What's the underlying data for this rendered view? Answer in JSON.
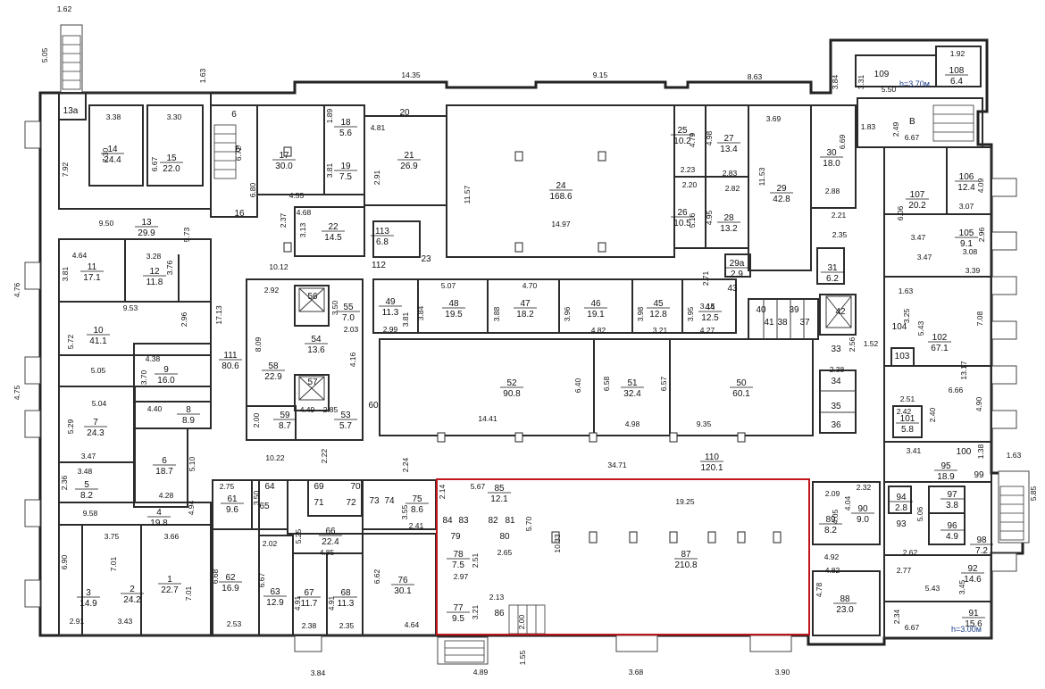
{
  "highlight_color": "#c0151a",
  "outer_dimensions": [
    "1.62",
    "5.05",
    "1.63",
    "14.35",
    "9.15",
    "8.63",
    "3.84",
    "4.76",
    "4.75",
    "3.84",
    "4.89",
    "1.55",
    "3.68",
    "3.90",
    "1.63",
    "5.85"
  ],
  "heights": [
    "h=3.70м",
    "h=3.00м"
  ],
  "stair_labels": [
    "Б",
    "В"
  ],
  "rooms": [
    {
      "id": "13а",
      "no": "13а",
      "area": ""
    },
    {
      "id": "14",
      "no": "14",
      "area": "24.4"
    },
    {
      "id": "15",
      "no": "15",
      "area": "22.0"
    },
    {
      "id": "6",
      "no": "6",
      "area": ""
    },
    {
      "id": "17",
      "no": "17",
      "area": "30.0"
    },
    {
      "id": "18",
      "no": "18",
      "area": "5.6"
    },
    {
      "id": "19",
      "no": "19",
      "area": "7.5"
    },
    {
      "id": "20",
      "no": "20",
      "area": ""
    },
    {
      "id": "21",
      "no": "21",
      "area": "26.9"
    },
    {
      "id": "24",
      "no": "24",
      "area": "168.6"
    },
    {
      "id": "25",
      "no": "25",
      "area": "10.2"
    },
    {
      "id": "27",
      "no": "27",
      "area": "13.4"
    },
    {
      "id": "29",
      "no": "29",
      "area": "42.8"
    },
    {
      "id": "30",
      "no": "30",
      "area": "18.0"
    },
    {
      "id": "26",
      "no": "26",
      "area": "10.5"
    },
    {
      "id": "28",
      "no": "28",
      "area": "13.2"
    },
    {
      "id": "109",
      "no": "109",
      "area": ""
    },
    {
      "id": "108",
      "no": "108",
      "area": "6.4"
    },
    {
      "id": "106",
      "no": "106",
      "area": "12.4"
    },
    {
      "id": "107",
      "no": "107",
      "area": "20.2"
    },
    {
      "id": "105",
      "no": "105",
      "area": "9.1"
    },
    {
      "id": "16",
      "no": "16",
      "area": ""
    },
    {
      "id": "13",
      "no": "13",
      "area": "29.9"
    },
    {
      "id": "22",
      "no": "22",
      "area": "14.5"
    },
    {
      "id": "113",
      "no": "113",
      "area": "6.8"
    },
    {
      "id": "112",
      "no": "112",
      "area": ""
    },
    {
      "id": "23",
      "no": "23",
      "area": ""
    },
    {
      "id": "29а",
      "no": "29а",
      "area": "2.9"
    },
    {
      "id": "31",
      "no": "31",
      "area": "6.2"
    },
    {
      "id": "11",
      "no": "11",
      "area": "17.1"
    },
    {
      "id": "12",
      "no": "12",
      "area": "11.8"
    },
    {
      "id": "56",
      "no": "56",
      "area": ""
    },
    {
      "id": "55",
      "no": "55",
      "area": "7.0"
    },
    {
      "id": "49",
      "no": "49",
      "area": "11.3"
    },
    {
      "id": "48",
      "no": "48",
      "area": "19.5"
    },
    {
      "id": "47",
      "no": "47",
      "area": "18.2"
    },
    {
      "id": "46",
      "no": "46",
      "area": "19.1"
    },
    {
      "id": "45",
      "no": "45",
      "area": "12.8"
    },
    {
      "id": "44",
      "no": "44",
      "area": "12.5"
    },
    {
      "id": "43",
      "no": "43",
      "area": ""
    },
    {
      "id": "40",
      "no": "40",
      "area": ""
    },
    {
      "id": "39",
      "no": "39",
      "area": ""
    },
    {
      "id": "42",
      "no": "42",
      "area": ""
    },
    {
      "id": "41",
      "no": "41",
      "area": ""
    },
    {
      "id": "38",
      "no": "38",
      "area": ""
    },
    {
      "id": "37",
      "no": "37",
      "area": ""
    },
    {
      "id": "33",
      "no": "33",
      "area": ""
    },
    {
      "id": "104",
      "no": "104",
      "area": ""
    },
    {
      "id": "102",
      "no": "102",
      "area": "67.1"
    },
    {
      "id": "103",
      "no": "103",
      "area": ""
    },
    {
      "id": "10",
      "no": "10",
      "area": "41.1"
    },
    {
      "id": "9",
      "no": "9",
      "area": "16.0"
    },
    {
      "id": "111",
      "no": "111",
      "area": "80.6"
    },
    {
      "id": "54",
      "no": "54",
      "area": "13.6"
    },
    {
      "id": "58",
      "no": "58",
      "area": "22.9"
    },
    {
      "id": "57",
      "no": "57",
      "area": ""
    },
    {
      "id": "52",
      "no": "52",
      "area": "90.8"
    },
    {
      "id": "51",
      "no": "51",
      "area": "32.4"
    },
    {
      "id": "50",
      "no": "50",
      "area": "60.1"
    },
    {
      "id": "34",
      "no": "34",
      "area": ""
    },
    {
      "id": "35",
      "no": "35",
      "area": ""
    },
    {
      "id": "36",
      "no": "36",
      "area": ""
    },
    {
      "id": "7",
      "no": "7",
      "area": "24.3"
    },
    {
      "id": "8",
      "no": "8",
      "area": "8.9"
    },
    {
      "id": "59",
      "no": "59",
      "area": "8.7"
    },
    {
      "id": "53",
      "no": "53",
      "area": "5.7"
    },
    {
      "id": "60",
      "no": "60",
      "area": ""
    },
    {
      "id": "101",
      "no": "101",
      "area": "5.8"
    },
    {
      "id": "6b",
      "no": "6",
      "area": "18.7"
    },
    {
      "id": "5",
      "no": "5",
      "area": "8.2"
    },
    {
      "id": "110",
      "no": "110",
      "area": "120.1"
    },
    {
      "id": "100",
      "no": "100",
      "area": ""
    },
    {
      "id": "95",
      "no": "95",
      "area": "18.9"
    },
    {
      "id": "99",
      "no": "99",
      "area": ""
    },
    {
      "id": "64",
      "no": "64",
      "area": ""
    },
    {
      "id": "69",
      "no": "69",
      "area": ""
    },
    {
      "id": "70",
      "no": "70",
      "area": ""
    },
    {
      "id": "61",
      "no": "61",
      "area": "9.6"
    },
    {
      "id": "65",
      "no": "65",
      "area": ""
    },
    {
      "id": "71",
      "no": "71",
      "area": ""
    },
    {
      "id": "72",
      "no": "72",
      "area": ""
    },
    {
      "id": "73",
      "no": "73",
      "area": ""
    },
    {
      "id": "74",
      "no": "74",
      "area": ""
    },
    {
      "id": "75",
      "no": "75",
      "area": "8.6"
    },
    {
      "id": "85",
      "no": "85",
      "area": "12.1"
    },
    {
      "id": "84",
      "no": "84",
      "area": ""
    },
    {
      "id": "83",
      "no": "83",
      "area": ""
    },
    {
      "id": "82",
      "no": "82",
      "area": ""
    },
    {
      "id": "81",
      "no": "81",
      "area": ""
    },
    {
      "id": "79",
      "no": "79",
      "area": ""
    },
    {
      "id": "80",
      "no": "80",
      "area": ""
    },
    {
      "id": "89",
      "no": "89",
      "area": "8.2"
    },
    {
      "id": "90",
      "no": "90",
      "area": "9.0"
    },
    {
      "id": "94",
      "no": "94",
      "area": "2.8"
    },
    {
      "id": "97",
      "no": "97",
      "area": "3.8"
    },
    {
      "id": "4",
      "no": "4",
      "area": "19.8"
    },
    {
      "id": "66",
      "no": "66",
      "area": "22.4"
    },
    {
      "id": "93",
      "no": "93",
      "area": ""
    },
    {
      "id": "96",
      "no": "96",
      "area": "4.9"
    },
    {
      "id": "98",
      "no": "98",
      "area": "7.2"
    },
    {
      "id": "87",
      "no": "87",
      "area": "210.8"
    },
    {
      "id": "78",
      "no": "78",
      "area": "7.5"
    },
    {
      "id": "1",
      "no": "1",
      "area": "22.7"
    },
    {
      "id": "62",
      "no": "62",
      "area": "16.9"
    },
    {
      "id": "76",
      "no": "76",
      "area": "30.1"
    },
    {
      "id": "92",
      "no": "92",
      "area": "14.6"
    },
    {
      "id": "3",
      "no": "3",
      "area": "14.9"
    },
    {
      "id": "2",
      "no": "2",
      "area": "24.2"
    },
    {
      "id": "63",
      "no": "63",
      "area": "12.9"
    },
    {
      "id": "67",
      "no": "67",
      "area": "11.7"
    },
    {
      "id": "68",
      "no": "68",
      "area": "11.3"
    },
    {
      "id": "88",
      "no": "88",
      "area": "23.0"
    },
    {
      "id": "77",
      "no": "77",
      "area": "9.5"
    },
    {
      "id": "86",
      "no": "86",
      "area": ""
    },
    {
      "id": "91",
      "no": "91",
      "area": "15.6"
    }
  ],
  "dims": [
    "3.38",
    "3.30",
    "6.72",
    "1.89",
    "4.81",
    "3.69",
    "6.69",
    "1.83",
    "1.92",
    "3.31",
    "5.50",
    "2.49",
    "6.67",
    "7.92",
    "7.30",
    "6.67",
    "6.80",
    "3.81",
    "2.91",
    "4.55",
    "4.79",
    "4.98",
    "2.23",
    "2.83",
    "11.53",
    "2.88",
    "11.57",
    "2.20",
    "2.82",
    "5.16",
    "4.95",
    "2.21",
    "2.35",
    "6.06",
    "3.07",
    "14.97",
    "4.09",
    "2.96",
    "9.50",
    "2.37",
    "3.13",
    "4.68",
    "5.73",
    "3.47",
    "3.08",
    "3.47",
    "3.39",
    "4.64",
    "3.28",
    "10.12",
    "3.81",
    "3.76",
    "2.92",
    "3.50",
    "5.07",
    "4.70",
    "2.71",
    "1.63",
    "9.53",
    "2.96",
    "3.81",
    "3.84",
    "3.88",
    "3.96",
    "3.98",
    "3.95",
    "3.15",
    "3.25",
    "5.43",
    "7.08",
    "17.13",
    "2.03",
    "2.99",
    "4.82",
    "3.21",
    "4.27",
    "2.56",
    "1.52",
    "5.72",
    "4.38",
    "8.09",
    "4.16",
    "6.40",
    "6.58",
    "6.57",
    "2.38",
    "13.17",
    "5.05",
    "3.70",
    "6.66",
    "5.04",
    "4.40",
    "2.51",
    "4.90",
    "5.29",
    "2.00",
    "4.49",
    "2.85",
    "2.42",
    "2.40",
    "14.41",
    "4.98",
    "9.35",
    "3.47",
    "10.22",
    "2.22",
    "2.24",
    "3.41",
    "1.38",
    "3.48",
    "34.71",
    "2.36",
    "4.28",
    "5.10",
    "2.75",
    "3.50",
    "5.67",
    "2.14",
    "19.25",
    "2.09",
    "2.32",
    "4.94",
    "4.05",
    "4.04",
    "5.06",
    "9.58",
    "3.55",
    "2.41",
    "5.70",
    "3.75",
    "3.66",
    "2.02",
    "5.25",
    "4.85",
    "10.33",
    "4.92",
    "2.62",
    "6.90",
    "7.01",
    "2.51",
    "2.65",
    "4.82",
    "2.77",
    "3.45",
    "6.68",
    "6.67",
    "6.62",
    "2.97",
    "5.43",
    "7.01",
    "4.91",
    "4.91",
    "2.13",
    "4.78",
    "2.34",
    "2.91",
    "3.43",
    "2.53",
    "2.38",
    "2.35",
    "4.64",
    "3.21",
    "2.00",
    "6.67"
  ],
  "selection_note": ""
}
